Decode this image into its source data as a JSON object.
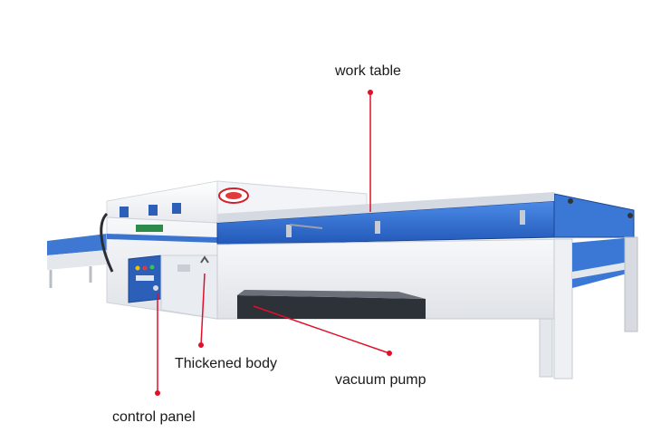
{
  "callouts": {
    "work_table": "work table",
    "thickened_body": "Thickened body",
    "vacuum_pump": "vacuum pump",
    "control_panel": "control panel"
  },
  "colors": {
    "callout_line": "#e0102a",
    "machine_blue": "#2f6fd0",
    "machine_body": "#eef0f3",
    "panel_blue": "#2b5fb8"
  }
}
